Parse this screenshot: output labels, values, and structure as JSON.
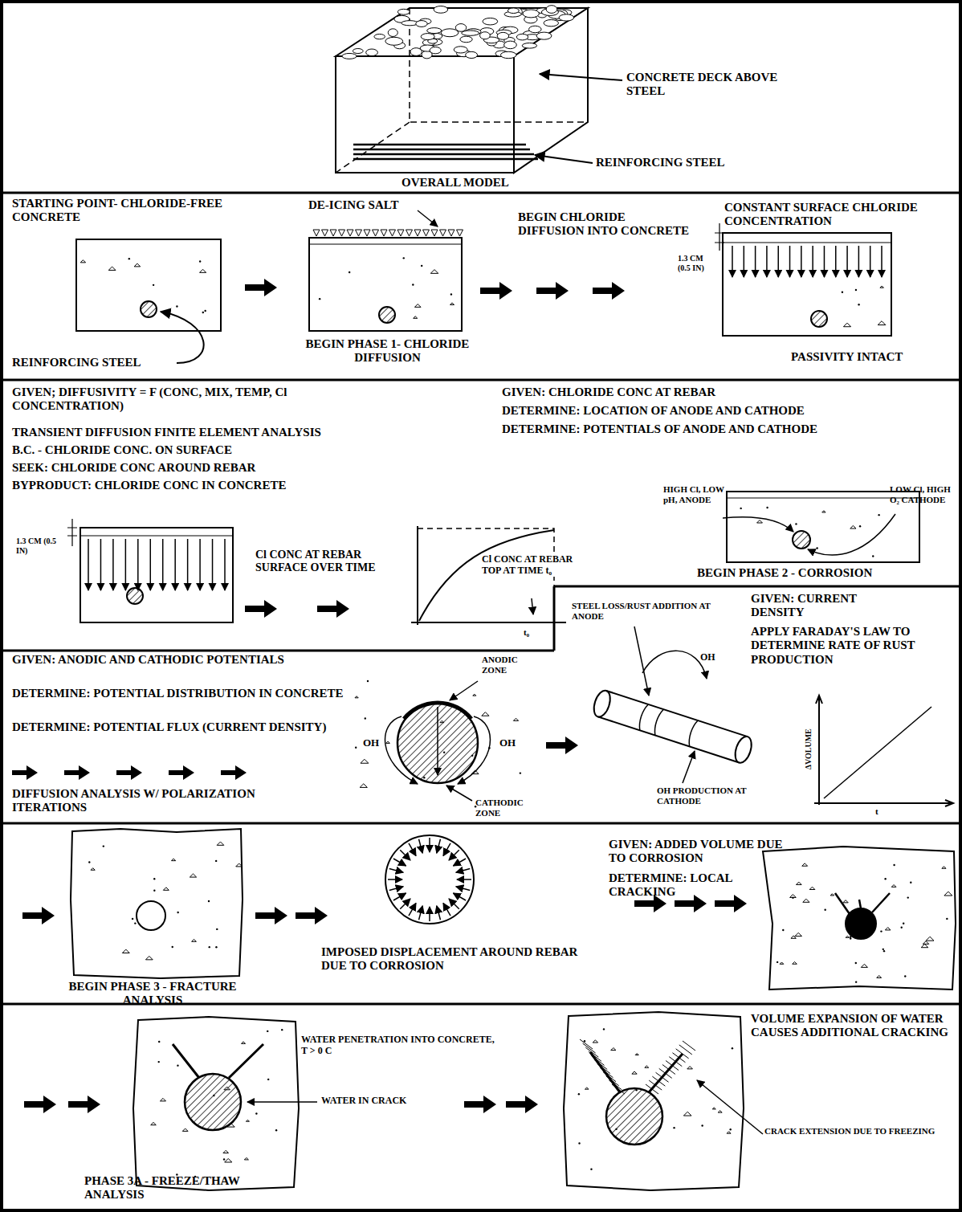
{
  "diagram": {
    "labels": [
      "CONCRETE DECK ABOVE STEEL",
      "REINFORCING STEEL",
      "OVERALL MODEL",
      "STARTING POINT- CHLORIDE-FREE CONCRETE",
      "DE-ICING SALT",
      "BEGIN CHLORIDE DIFFUSION INTO CONCRETE",
      "CONSTANT SURFACE CHLORIDE CONCENTRATION",
      "1.3 CM (0.5 IN)",
      "REINFORCING STEEL",
      "BEGIN PHASE 1- CHLORIDE DIFFUSION",
      "PASSIVITY INTACT",
      "GIVEN; DIFFUSIVITY = F (CONC, MIX, TEMP, Cl CONCENTRATION)",
      "TRANSIENT DIFFUSION FINITE ELEMENT ANALYSIS",
      "B.C. - CHLORIDE CONC. ON SURFACE",
      "SEEK: CHLORIDE CONC AROUND REBAR",
      "BYPRODUCT: CHLORIDE CONC IN CONCRETE",
      "GIVEN: CHLORIDE CONC AT REBAR",
      "DETERMINE: LOCATION OF ANODE AND CATHODE",
      "DETERMINE: POTENTIALS OF ANODE AND CATHODE",
      "1.3 CM (0.5 IN)",
      "Cl CONC AT REBAR SURFACE OVER TIME",
      "Cl CONC AT REBAR TOP AT TIME t₀",
      "t₀",
      "HIGH Cl, LOW pH, ANODE",
      "LOW Cl, HIGH O₂ CATHODE",
      "BEGIN PHASE 2 - CORROSION",
      "GIVEN: CURRENT DENSITY",
      "APPLY FARADAY'S LAW TO DETERMINE RATE OF RUST PRODUCTION",
      "GIVEN: ANODIC AND CATHODIC POTENTIALS",
      "DETERMINE: POTENTIAL DISTRIBUTION IN CONCRETE",
      "DETERMINE: POTENTIAL FLUX (CURRENT DENSITY)",
      "DIFFUSION ANALYSIS W/ POLARIZATION ITERATIONS",
      "ANODIC ZONE",
      "OH",
      "OH",
      "CATHODIC ZONE",
      "STEEL LOSS/RUST ADDITION AT ANODE",
      "OH",
      "OH PRODUCTION AT CATHODE",
      "ΔVOLUME",
      "t",
      "BEGIN PHASE 3 - FRACTURE ANALYSIS",
      "IMPOSED DISPLACEMENT AROUND REBAR DUE TO CORROSION",
      "GIVEN: ADDED VOLUME DUE TO CORROSION",
      "DETERMINE: LOCAL CRACKING",
      "WATER PENETRATION INTO CONCRETE, T > 0 C",
      "WATER IN CRACK",
      "VOLUME EXPANSION OF WATER CAUSES ADDITIONAL CRACKING",
      "CRACK EXTENSION DUE TO FREEZING",
      "PHASE 3A - FREEZE/THAW ANALYSIS"
    ]
  }
}
